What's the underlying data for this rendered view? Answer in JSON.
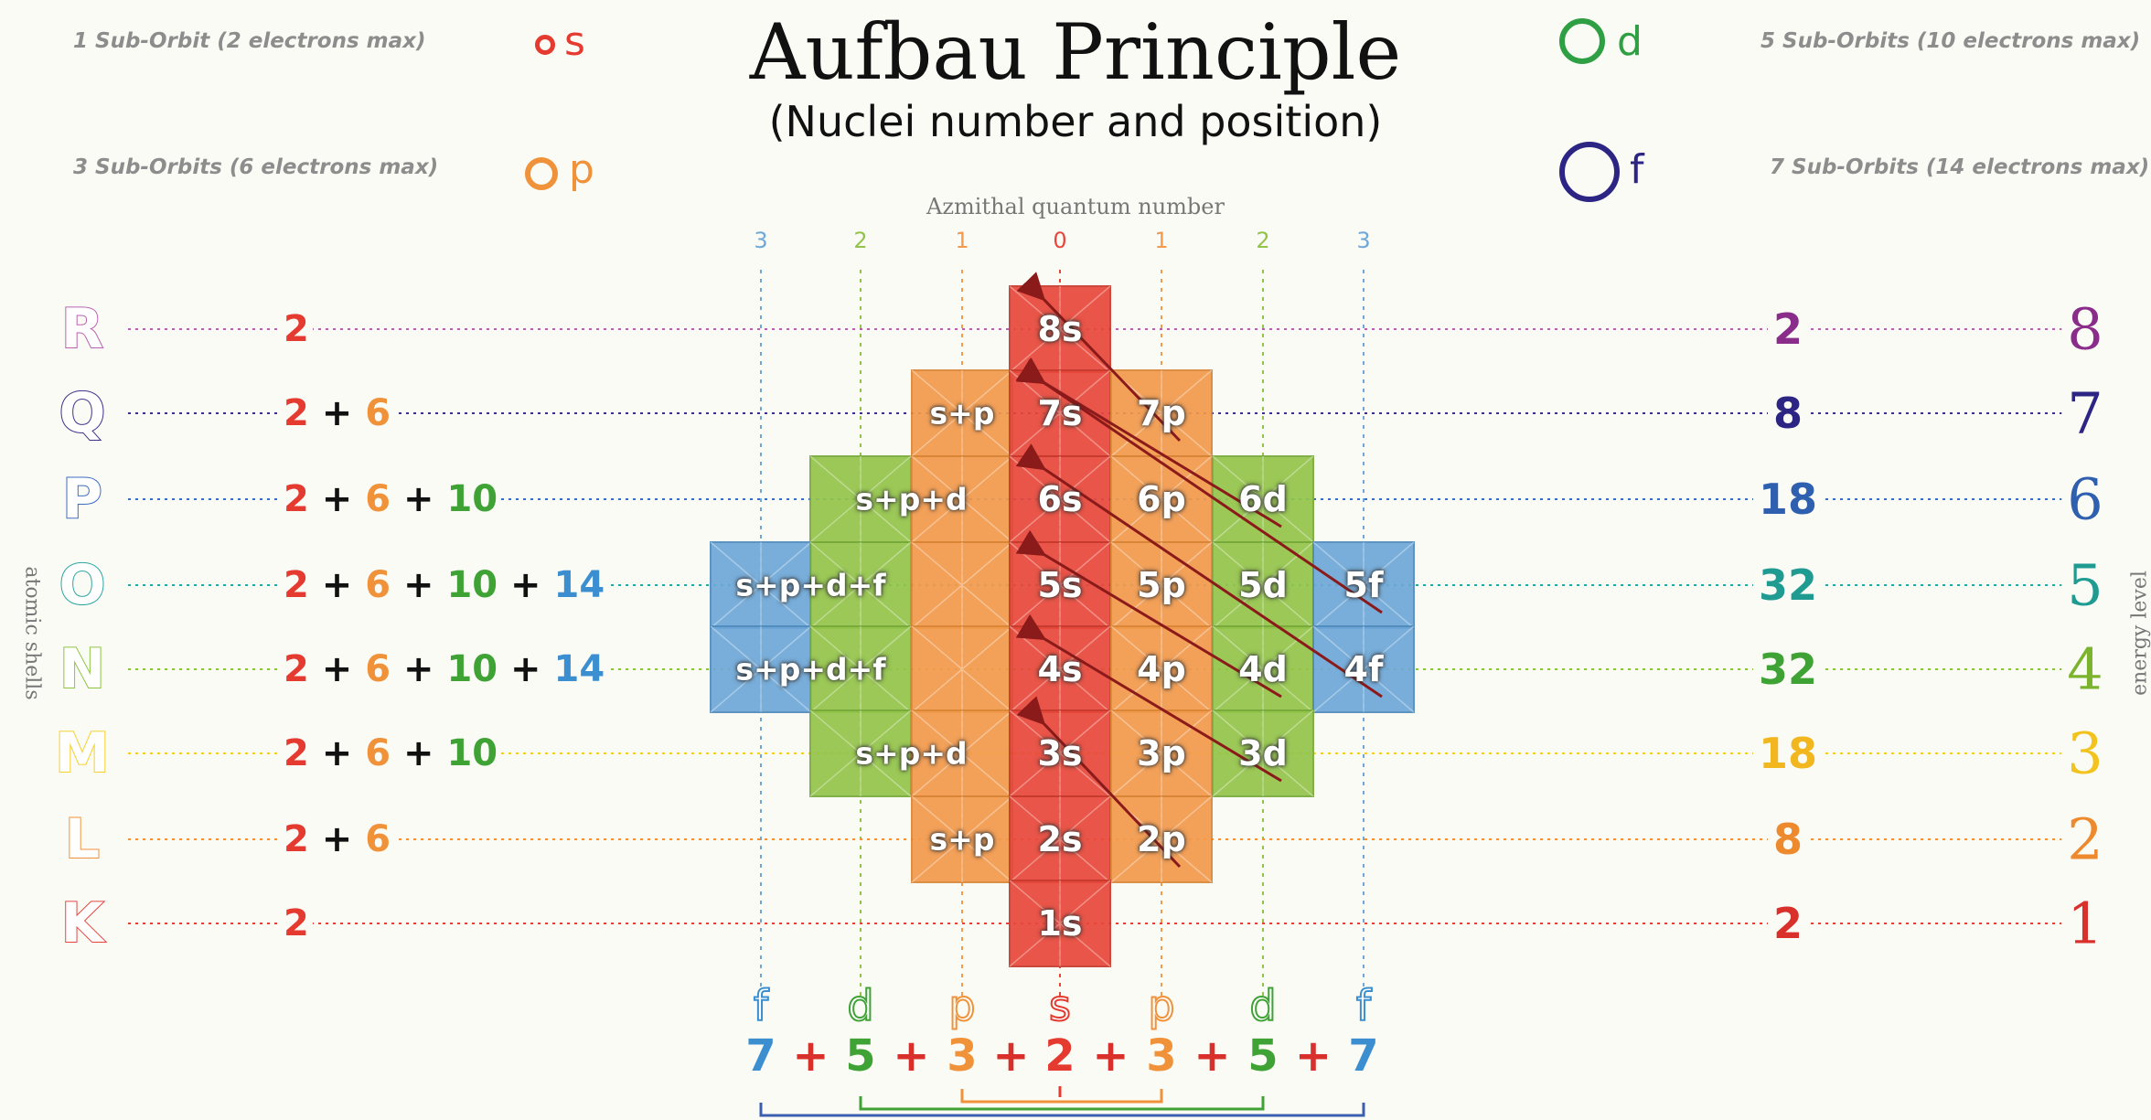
{
  "header": {
    "title": "Aufbau Principle",
    "subtitle": "(Nuclei number and position)"
  },
  "legend": {
    "s": {
      "note": "1 Sub-Orbit  (2 electrons max)",
      "letter": "s",
      "color": "#e53a2f"
    },
    "p": {
      "note": "3 Sub-Orbits  (6 electrons max)",
      "letter": "p",
      "color": "#f0923a"
    },
    "d": {
      "note": "5 Sub-Orbits  (10 electrons max)",
      "letter": "d",
      "color": "#2ea043"
    },
    "f": {
      "note": "7 Sub-Orbits  (14 electrons max)",
      "letter": "f",
      "color": "#2d2584"
    }
  },
  "axis": {
    "top_title": "Azmithal quantum number",
    "numbers": [
      "3",
      "2",
      "1",
      "0",
      "1",
      "2",
      "3"
    ],
    "left_title": "atomic shells",
    "right_title": "energy level"
  },
  "shells": [
    {
      "letter": "R",
      "color": "#b85fb0",
      "sum": [
        "2"
      ],
      "total": "2",
      "total_color": "#8a2c8a",
      "level": "8",
      "level_color": "#8a2c8a"
    },
    {
      "letter": "Q",
      "color": "#3b2f8a",
      "sum": [
        "2",
        "6"
      ],
      "total": "8",
      "total_color": "#2d2584",
      "level": "7",
      "level_color": "#2d2584"
    },
    {
      "letter": "P",
      "color": "#3d6cc0",
      "sum": [
        "2",
        "6",
        "10"
      ],
      "total": "18",
      "total_color": "#2f60b0",
      "level": "6",
      "level_color": "#2f60b0"
    },
    {
      "letter": "O",
      "color": "#2aa5a0",
      "sum": [
        "2",
        "6",
        "10",
        "14"
      ],
      "total": "32",
      "total_color": "#1f9b92",
      "level": "5",
      "level_color": "#1f9b92"
    },
    {
      "letter": "N",
      "color": "#8cc43f",
      "sum": [
        "2",
        "6",
        "10",
        "14"
      ],
      "total": "32",
      "total_color": "#3fa235",
      "level": "4",
      "level_color": "#7bb32e"
    },
    {
      "letter": "M",
      "color": "#f3d02a",
      "sum": [
        "2",
        "6",
        "10"
      ],
      "total": "18",
      "total_color": "#f2b71e",
      "level": "3",
      "level_color": "#f2c31e"
    },
    {
      "letter": "L",
      "color": "#f0923a",
      "sum": [
        "2",
        "6"
      ],
      "total": "8",
      "total_color": "#ee8a2e",
      "level": "2",
      "level_color": "#ee8a2e"
    },
    {
      "letter": "K",
      "color": "#e5433c",
      "sum": [
        "2"
      ],
      "total": "2",
      "total_color": "#d9302b",
      "level": "1",
      "level_color": "#d9302b"
    }
  ],
  "sum_colors": [
    "#e53a2f",
    "#f0923a",
    "#3fa235",
    "#3b8fd0"
  ],
  "cells": [
    {
      "label": "8s",
      "row": 0,
      "col": 3,
      "type": "s"
    },
    {
      "label": "s+p",
      "row": 1,
      "col": 2,
      "type": "p",
      "combo": true
    },
    {
      "label": "7s",
      "row": 1,
      "col": 3,
      "type": "s"
    },
    {
      "label": "7p",
      "row": 1,
      "col": 4,
      "type": "p"
    },
    {
      "label": "s+p+d",
      "row": 2,
      "col": 1.5,
      "type": "d",
      "combo": true
    },
    {
      "label": "6s",
      "row": 2,
      "col": 3,
      "type": "s"
    },
    {
      "label": "6p",
      "row": 2,
      "col": 4,
      "type": "p"
    },
    {
      "label": "6d",
      "row": 2,
      "col": 5,
      "type": "d"
    },
    {
      "label": "s+p+d+f",
      "row": 3,
      "col": 0.5,
      "type": "f",
      "combo": true
    },
    {
      "label": "5s",
      "row": 3,
      "col": 3,
      "type": "s"
    },
    {
      "label": "5p",
      "row": 3,
      "col": 4,
      "type": "p"
    },
    {
      "label": "5d",
      "row": 3,
      "col": 5,
      "type": "d"
    },
    {
      "label": "5f",
      "row": 3,
      "col": 6,
      "type": "f"
    },
    {
      "label": "s+p+d+f",
      "row": 4,
      "col": 0.5,
      "type": "f",
      "combo": true
    },
    {
      "label": "4s",
      "row": 4,
      "col": 3,
      "type": "s"
    },
    {
      "label": "4p",
      "row": 4,
      "col": 4,
      "type": "p"
    },
    {
      "label": "4d",
      "row": 4,
      "col": 5,
      "type": "d"
    },
    {
      "label": "4f",
      "row": 4,
      "col": 6,
      "type": "f"
    },
    {
      "label": "s+p+d",
      "row": 5,
      "col": 1.5,
      "type": "d",
      "combo": true
    },
    {
      "label": "3s",
      "row": 5,
      "col": 3,
      "type": "s"
    },
    {
      "label": "3p",
      "row": 5,
      "col": 4,
      "type": "p"
    },
    {
      "label": "3d",
      "row": 5,
      "col": 5,
      "type": "d"
    },
    {
      "label": "s+p",
      "row": 6,
      "col": 2,
      "type": "p",
      "combo": true
    },
    {
      "label": "2s",
      "row": 6,
      "col": 3,
      "type": "s"
    },
    {
      "label": "2p",
      "row": 6,
      "col": 4,
      "type": "p"
    },
    {
      "label": "1s",
      "row": 7,
      "col": 3,
      "type": "s"
    }
  ],
  "bottom": {
    "letters": [
      "f",
      "d",
      "p",
      "s",
      "p",
      "d",
      "f"
    ],
    "numbers": [
      "7",
      "5",
      "3",
      "2",
      "3",
      "5",
      "7"
    ],
    "plus": "+"
  }
}
